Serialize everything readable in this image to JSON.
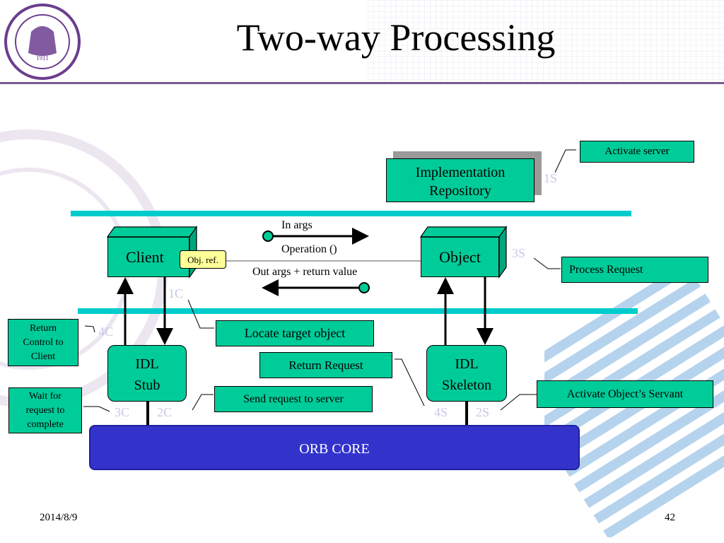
{
  "title": "Two-way Processing",
  "impl_repo": {
    "line1": "Implementation",
    "line2": "Repository"
  },
  "client": "Client",
  "object": "Object",
  "obj_ref": "Obj. ref.",
  "idl_stub": {
    "line1": "IDL",
    "line2": "Stub"
  },
  "idl_skeleton": {
    "line1": "IDL",
    "line2": "Skeleton"
  },
  "orb_core": "ORB CORE",
  "arrows": {
    "in_args": "In args",
    "operation": "Operation ()",
    "out_args": "Out args + return value"
  },
  "steps": {
    "s1": "1S",
    "s2": "2S",
    "s3": "3S",
    "s4": "4S",
    "c1": "1C",
    "c2": "2C",
    "c3": "3C",
    "c4": "4C"
  },
  "callouts": {
    "activate_server": "Activate server",
    "process_request": "Process Request",
    "locate_target": "Locate target object",
    "return_request": "Return Request",
    "send_request": "Send request to server",
    "activate_servant": "Activate Object’s Servant",
    "return_control": {
      "l1": "Return",
      "l2": "Control to",
      "l3": "Client"
    },
    "wait_for": {
      "l1": "Wait for",
      "l2": "request to",
      "l3": "complete"
    }
  },
  "footer": {
    "date": "2014/8/9",
    "page": "42"
  },
  "colors": {
    "box": "#00cc99",
    "orb": "#3333cc",
    "band": "#00cccc",
    "accent": "#7a5a96",
    "step": "#c8c8e8"
  }
}
